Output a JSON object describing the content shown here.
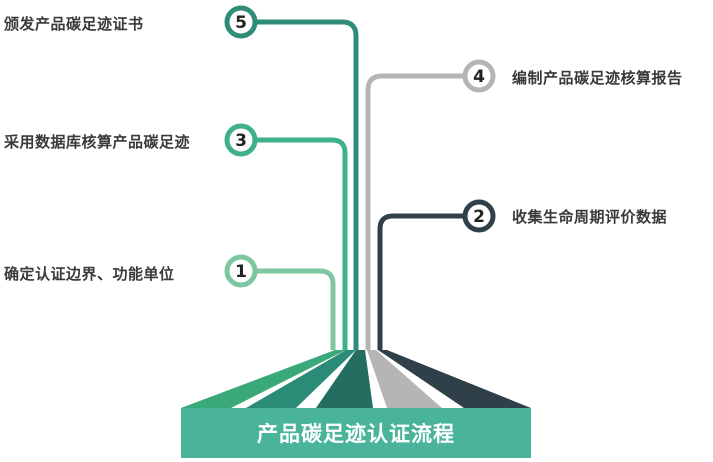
{
  "title": "产品碳足迹认证流程",
  "steps": [
    {
      "num": "1",
      "label": "确定认证边界、功能单位",
      "color": "#7cc79f"
    },
    {
      "num": "2",
      "label": "收集生命周期评价数据",
      "color": "#2f4048"
    },
    {
      "num": "3",
      "label": "采用数据库核算产品碳足迹",
      "color": "#3fb08c"
    },
    {
      "num": "4",
      "label": "编制产品碳足迹核算报告",
      "color": "#b5b5b5"
    },
    {
      "num": "5",
      "label": "颁发产品碳足迹证书",
      "color": "#2f8c76"
    }
  ],
  "colors": {
    "title_bar": "#4ab49a",
    "fan_1": "#3aa97a",
    "fan_2": "#2a8c76",
    "fan_3": "#236e60",
    "fan_4": "#b5b5b5",
    "fan_5": "#2f4048"
  }
}
